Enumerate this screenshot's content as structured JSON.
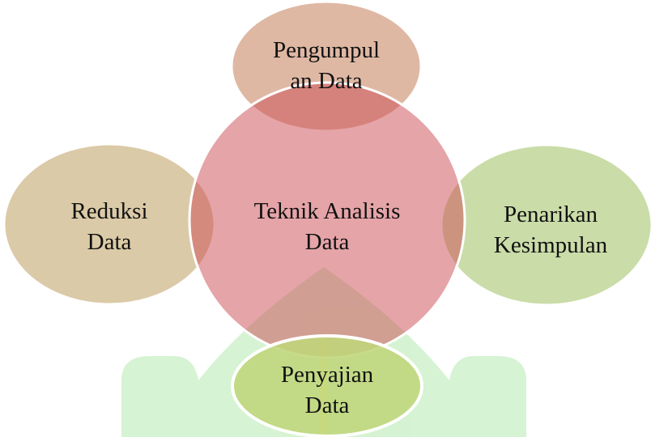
{
  "diagram": {
    "center": {
      "line1": "Teknik Analisis",
      "line2": "Data",
      "color": "#DE9A9F"
    },
    "top": {
      "line1": "Pengumpul",
      "line2": "an Data",
      "color": "#DBB09A"
    },
    "left": {
      "line1": "Reduksi",
      "line2": "Data",
      "color": "#D7C49D"
    },
    "right": {
      "line1": "Penarikan",
      "line2": "Kesimpulan",
      "color": "#C4D89E"
    },
    "bottom": {
      "line1": "Penyajian",
      "line2": "Data",
      "color": "#CCDC8C"
    }
  },
  "watermark": {
    "color": "#C8EFC4",
    "accent": "#F2E48A"
  }
}
